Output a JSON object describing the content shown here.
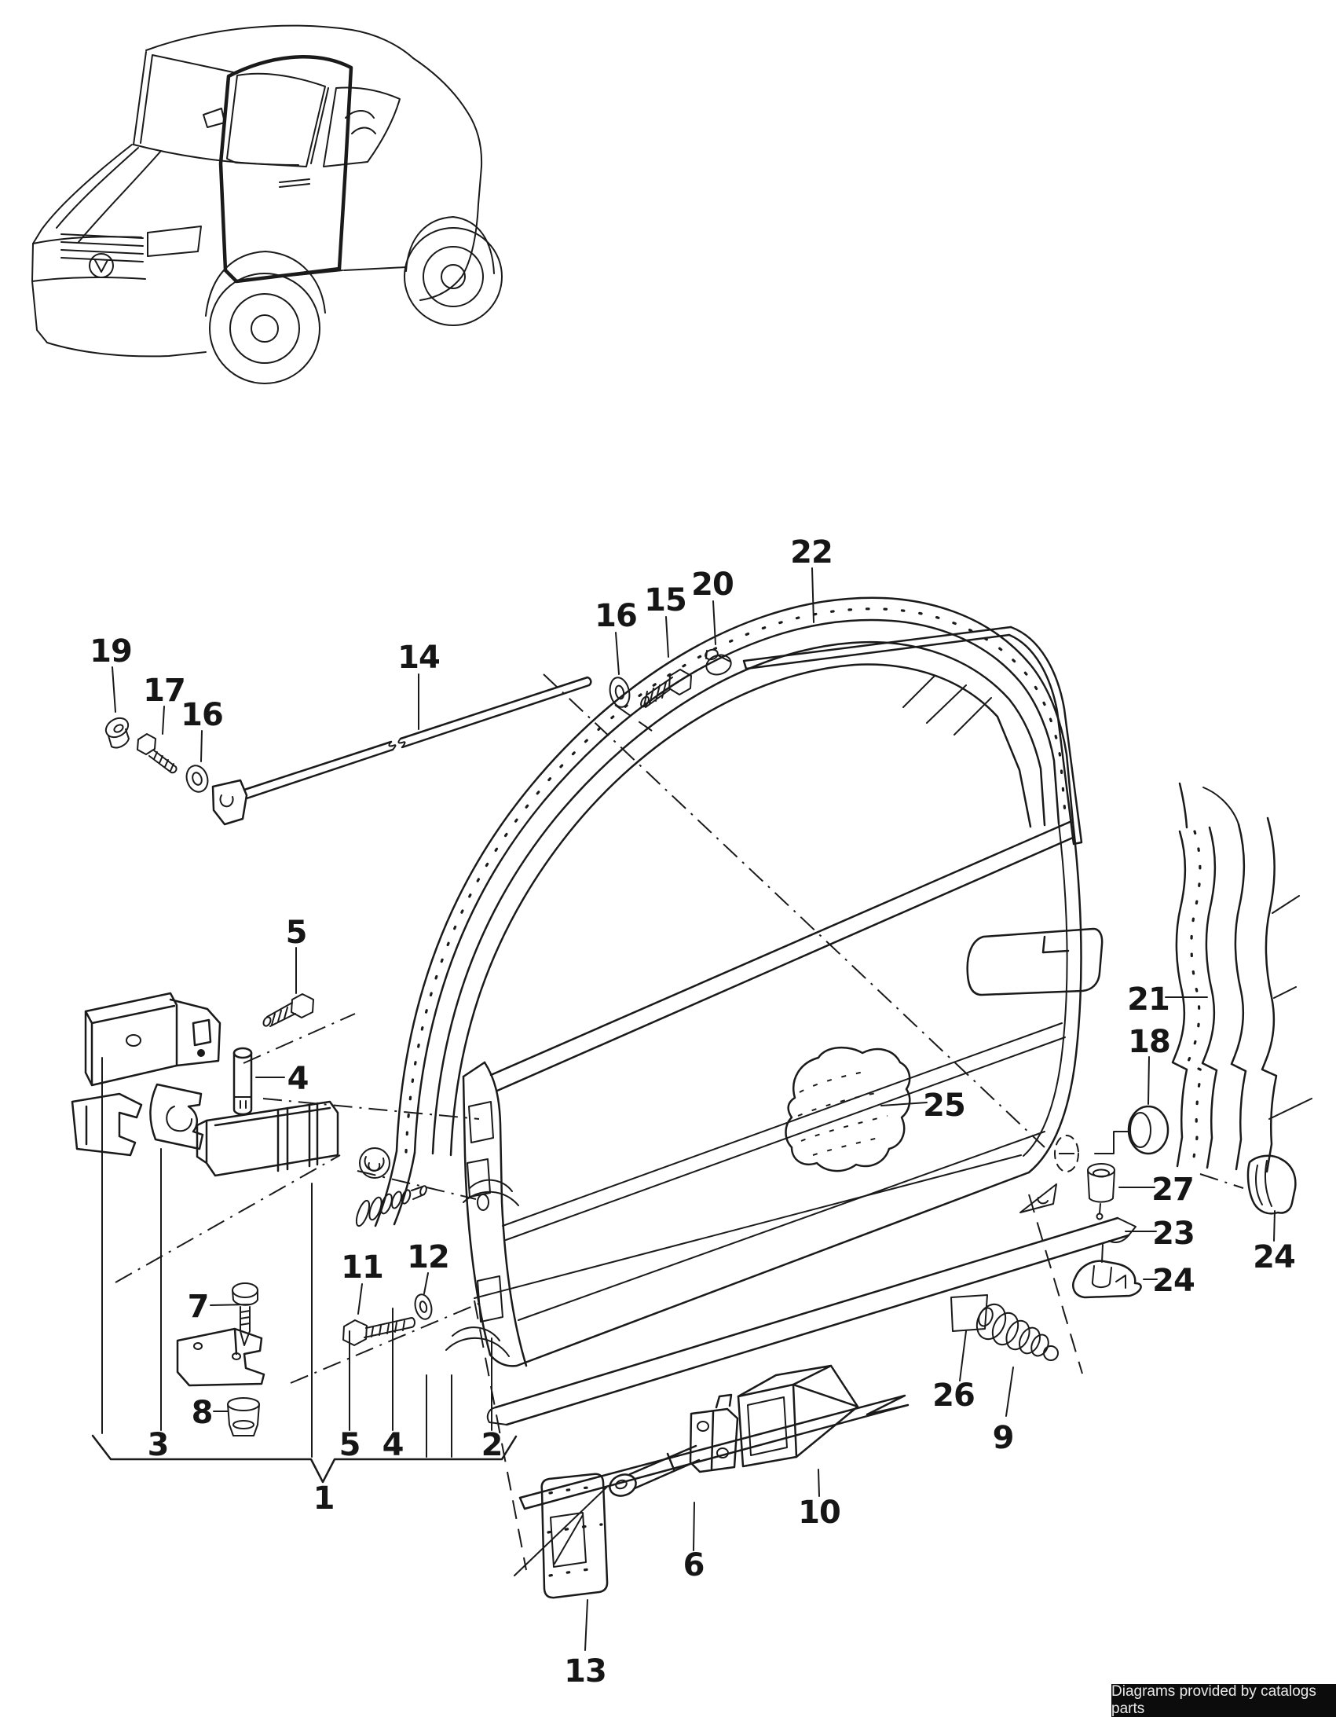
{
  "footer": {
    "text": "Diagrams provided by catalogs parts"
  },
  "palette": {
    "ink": "#1a1a1a",
    "paper": "#ffffff",
    "footer_bg": "#0c0c0c",
    "footer_fg": "#e9e9e9"
  },
  "callouts": {
    "c19": {
      "text": "19"
    },
    "c17": {
      "text": "17"
    },
    "c16a": {
      "text": "16"
    },
    "c14": {
      "text": "14"
    },
    "c16b": {
      "text": "16"
    },
    "c15": {
      "text": "15"
    },
    "c20": {
      "text": "20"
    },
    "c22": {
      "text": "22"
    },
    "c5t": {
      "text": "5"
    },
    "c4t": {
      "text": "4"
    },
    "c7": {
      "text": "7"
    },
    "c8": {
      "text": "8"
    },
    "c3": {
      "text": "3"
    },
    "c11": {
      "text": "11"
    },
    "c12": {
      "text": "12"
    },
    "c5b": {
      "text": "5"
    },
    "c4b": {
      "text": "4"
    },
    "c2": {
      "text": "2"
    },
    "c1": {
      "text": "1"
    },
    "c13": {
      "text": "13"
    },
    "c6": {
      "text": "6"
    },
    "c10": {
      "text": "10"
    },
    "c25": {
      "text": "25"
    },
    "c21": {
      "text": "21"
    },
    "c18": {
      "text": "18"
    },
    "c27": {
      "text": "27"
    },
    "c23": {
      "text": "23"
    },
    "c24a": {
      "text": "24"
    },
    "c24b": {
      "text": "24"
    },
    "c26": {
      "text": "26"
    },
    "c9": {
      "text": "9"
    }
  }
}
